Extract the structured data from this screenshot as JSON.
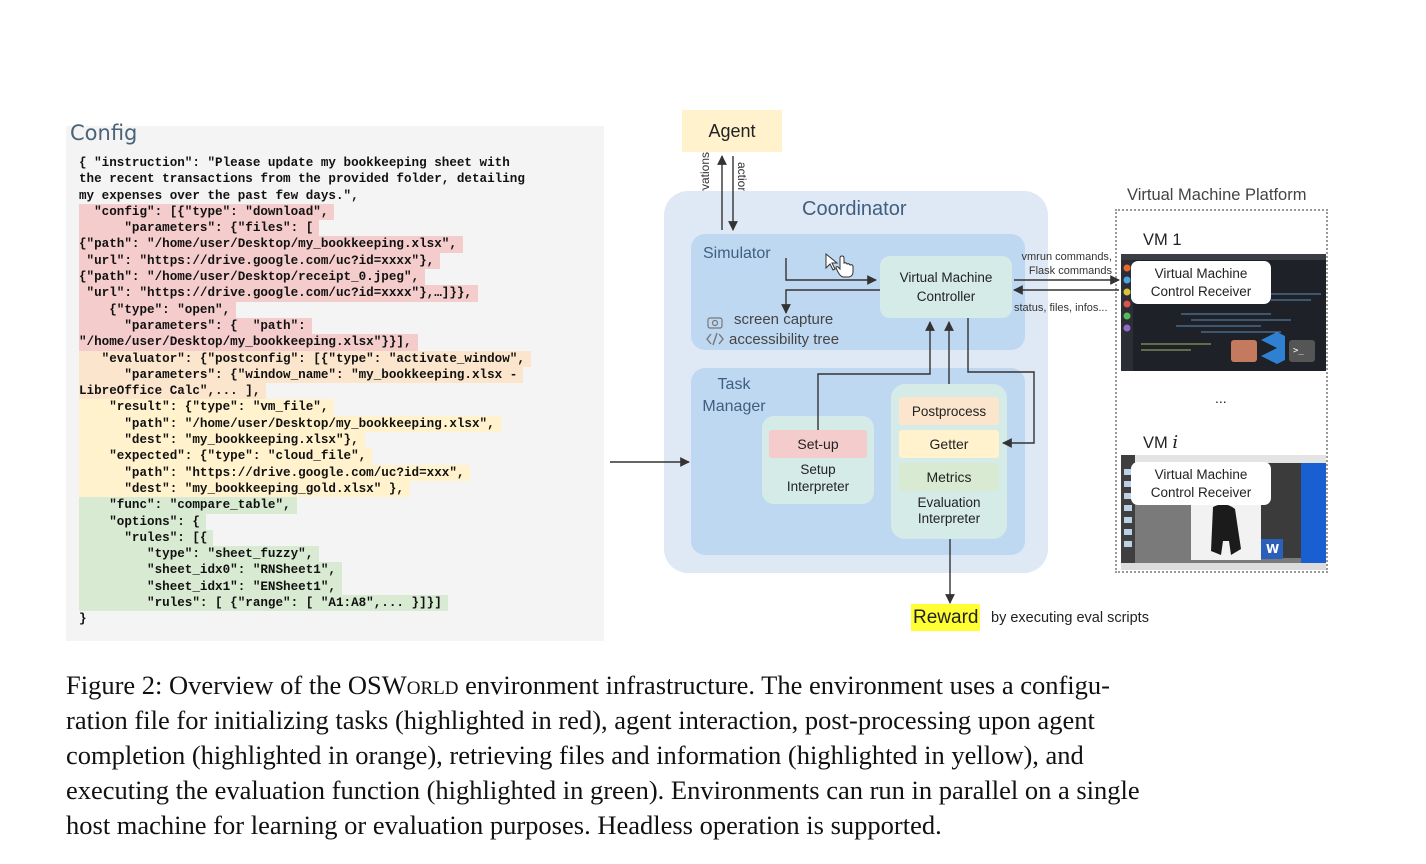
{
  "config": {
    "title": "Config",
    "lines": [
      {
        "text": "{ \"instruction\": \"Please update my bookkeeping sheet with",
        "hl": ""
      },
      {
        "text": "the recent transactions from the provided folder, detailing",
        "hl": ""
      },
      {
        "text": "my expenses over the past few days.\",",
        "hl": ""
      },
      {
        "text": "  \"config\": [{\"type\": \"download\",",
        "hl": "red"
      },
      {
        "text": "      \"parameters\": {\"files\": [",
        "hl": "red"
      },
      {
        "text": "{\"path\": \"/home/user/Desktop/my_bookkeeping.xlsx\",",
        "hl": "red"
      },
      {
        "text": " \"url\": \"https://drive.google.com/uc?id=xxxx\"},",
        "hl": "red"
      },
      {
        "text": "{\"path\": \"/home/user/Desktop/receipt_0.jpeg\",",
        "hl": "red"
      },
      {
        "text": " \"url\": \"https://drive.google.com/uc?id=xxxx\"},…]}},",
        "hl": "red"
      },
      {
        "text": "    {\"type\": \"open\",",
        "hl": "red"
      },
      {
        "text": "      \"parameters\": {  \"path\":",
        "hl": "red"
      },
      {
        "text": "\"/home/user/Desktop/my_bookkeeping.xlsx\"}}],",
        "hl": "red"
      },
      {
        "text": "   \"evaluator\": {\"postconfig\": [{\"type\": \"activate_window\",",
        "hl": "orange"
      },
      {
        "text": "      \"parameters\": {\"window_name\": \"my_bookkeeping.xlsx -",
        "hl": "orange"
      },
      {
        "text": "LibreOffice Calc\",... ],",
        "hl": "orange"
      },
      {
        "text": "    \"result\": {\"type\": \"vm_file\",",
        "hl": "yellow"
      },
      {
        "text": "      \"path\": \"/home/user/Desktop/my_bookkeeping.xlsx\",",
        "hl": "yellow"
      },
      {
        "text": "      \"dest\": \"my_bookkeeping.xlsx\"},",
        "hl": "yellow"
      },
      {
        "text": "    \"expected\": {\"type\": \"cloud_file\",",
        "hl": "yellow"
      },
      {
        "text": "      \"path\": \"https://drive.google.com/uc?id=xxx\",",
        "hl": "yellow"
      },
      {
        "text": "      \"dest\": \"my_bookkeeping_gold.xlsx\" },",
        "hl": "yellow"
      },
      {
        "text": "    \"func\": \"compare_table\",",
        "hl": "green"
      },
      {
        "text": "    \"options\": {",
        "hl": "green"
      },
      {
        "text": "      \"rules\": [{",
        "hl": "green"
      },
      {
        "text": "         \"type\": \"sheet_fuzzy\",",
        "hl": "green"
      },
      {
        "text": "         \"sheet_idx0\": \"RNSheet1\",",
        "hl": "green"
      },
      {
        "text": "         \"sheet_idx1\": \"ENSheet1\",",
        "hl": "green"
      },
      {
        "text": "         \"rules\": [ {\"range\": [ \"A1:A8\",... }]}]",
        "hl": "green"
      },
      {
        "text": "}",
        "hl": ""
      }
    ]
  },
  "diagram": {
    "agent": "Agent",
    "observations": "observations",
    "actions": "actions",
    "coordinator": "Coordinator",
    "simulator": "Simulator",
    "vm_controller": "Virtual Machine Controller",
    "screen_capture": "screen capture",
    "accessibility_tree": "accessibility tree",
    "task_manager": "Task Manager",
    "setup": "Set-up",
    "setup_interpreter": "Setup Interpreter",
    "postprocess": "Postprocess",
    "getter": "Getter",
    "metrics": "Metrics",
    "evaluation_interpreter": "Evaluation Interpreter",
    "reward": "Reward",
    "reward_suffix": "by executing eval scripts",
    "commands": "vmrun commands, Flask commands",
    "status": "status, files, infos...",
    "vm_platform": "Virtual Machine Platform",
    "vm1": "VM 1",
    "vmi_prefix": "VM",
    "vmi_index": "i",
    "ellipsis": "...",
    "vm_receiver": "Virtual Machine Control Receiver",
    "colors": {
      "red": "#f4cccc",
      "orange": "#fce5cd",
      "yellow": "#fff2cc",
      "green": "#d9ead3",
      "coordinator": "#dfe8f5",
      "module": "#bfd8f2",
      "interpreter": "#d5ebe8",
      "reward": "#ffff33"
    }
  },
  "caption": {
    "lines": [
      [
        "Figure 2: Overview of the ",
        "OSWorld",
        " environment infrastructure. The environment uses a configu-"
      ],
      [
        "ration file for initializing tasks (highlighted in red), agent interaction, post-processing upon agent"
      ],
      [
        "completion (highlighted in orange), retrieving files and information (highlighted in yellow), and"
      ],
      [
        "executing the evaluation function (highlighted in green). Environments can run in parallel on a single"
      ],
      [
        "host machine for learning or evaluation purposes. Headless operation is supported."
      ]
    ]
  }
}
